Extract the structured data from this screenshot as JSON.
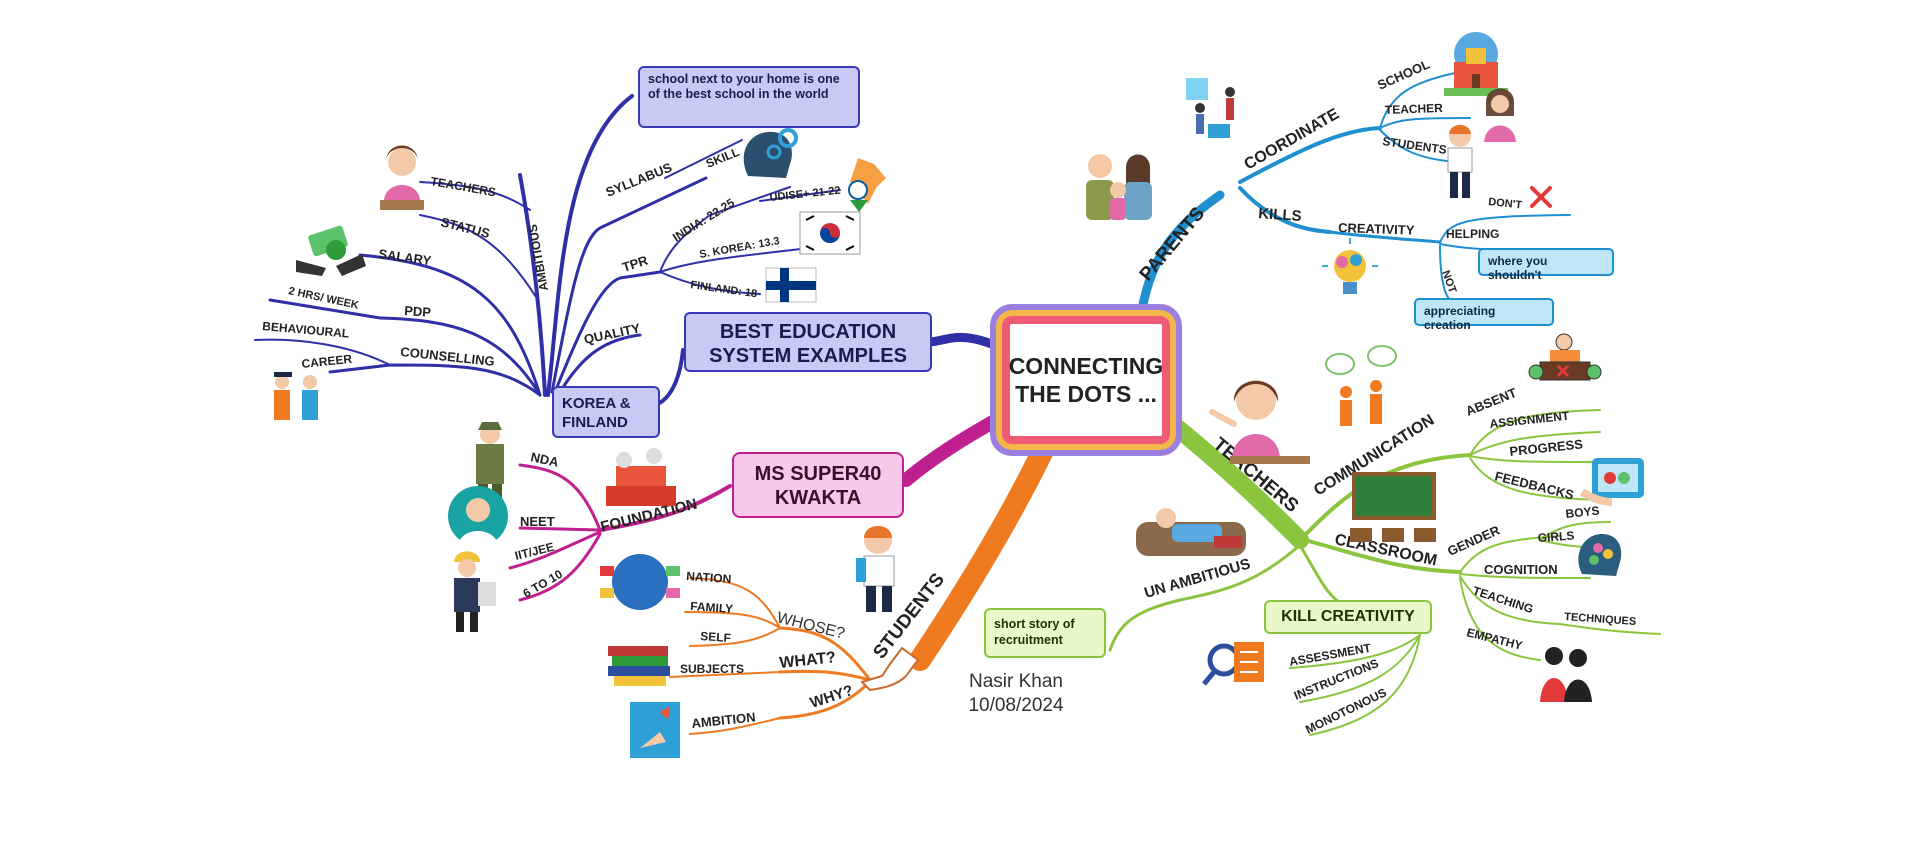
{
  "center": {
    "line1": "CONNECTING",
    "line2": "THE DOTS ..."
  },
  "best_education": {
    "title_line1": "BEST EDUCATION",
    "title_line2": "SYSTEM EXAMPLES",
    "korea_finland_line1": "KOREA &",
    "korea_finland_line2": "FINLAND",
    "note": "school next to your home is one of the best school in the world",
    "branches": {
      "syllabus": "SYLLABUS",
      "skill": "SKILL",
      "tpr": "TPR",
      "quality": "QUALITY",
      "india": "INDIA: 22.25",
      "udise": "UDISE+ 21-22",
      "s_korea": "S. KOREA: 13.3",
      "finland": "FINLAND: 18",
      "ambitious": "AMBITIOUS",
      "teachers": "TEACHERS",
      "status": "STATUS",
      "salary": "SALARY",
      "pdp": "PDP",
      "hrs_week": "2 HRS/ WEEK",
      "counselling": "COUNSELLING",
      "behavioural": "BEHAVIOURAL",
      "career": "CAREER"
    }
  },
  "ms_super40": {
    "line1": "MS SUPER40",
    "line2": "KWAKTA",
    "foundation": "FOUNDATION",
    "nda": "NDA",
    "neet": "NEET",
    "iit_jee": "IIT/JEE",
    "six_to_ten": "6 TO 10"
  },
  "students": {
    "label": "STUDENTS",
    "whose": "WHOSE?",
    "what": "WHAT?",
    "why": "WHY?",
    "nation": "NATION",
    "family": "FAMILY",
    "self": "SELF",
    "subjects": "SUBJECTS",
    "ambition": "AMBITION"
  },
  "author": {
    "name": "Nasir Khan",
    "date": "10/08/2024"
  },
  "parents": {
    "label": "PARENTS",
    "coordinate": "COORDINATE",
    "school": "SCHOOL",
    "teacher": "TEACHER",
    "students": "STUDENTS",
    "kills": "KILLS",
    "creativity": "CREATIVITY",
    "dont": "DON'T",
    "helping": "HELPING",
    "not": "NOT",
    "where_you_shouldnt": "where you shouldn't",
    "appreciating_creation": "appreciating creation"
  },
  "teachers": {
    "label": "TEACHERS",
    "communication": "COMMUNICATION",
    "absent": "ABSENT",
    "assignment": "ASSIGNMENT",
    "progress": "PROGRESS",
    "feedbacks": "FEEDBACKS",
    "classroom": "CLASSROOM",
    "gender": "GENDER",
    "boys": "BOYS",
    "girls": "GIRLS",
    "cognition": "COGNITION",
    "teaching": "TEACHING",
    "techniques": "TECHNIQUES",
    "empathy": "EMPATHY",
    "un_ambitious": "UN AMBITIOUS",
    "short_story_line1": "short story of",
    "short_story_line2": "recruitment",
    "kill_creativity": "KILL CREATIVITY",
    "assessment": "ASSESSMENT",
    "instructions": "INSTRUCTIONS",
    "monotonous": "MONOTONOUS"
  },
  "colors": {
    "blue": "#2f2fa8",
    "pink": "#c0208f",
    "orange": "#ef7a1f",
    "skyblue": "#1f8fd0",
    "green": "#8bc53f"
  }
}
